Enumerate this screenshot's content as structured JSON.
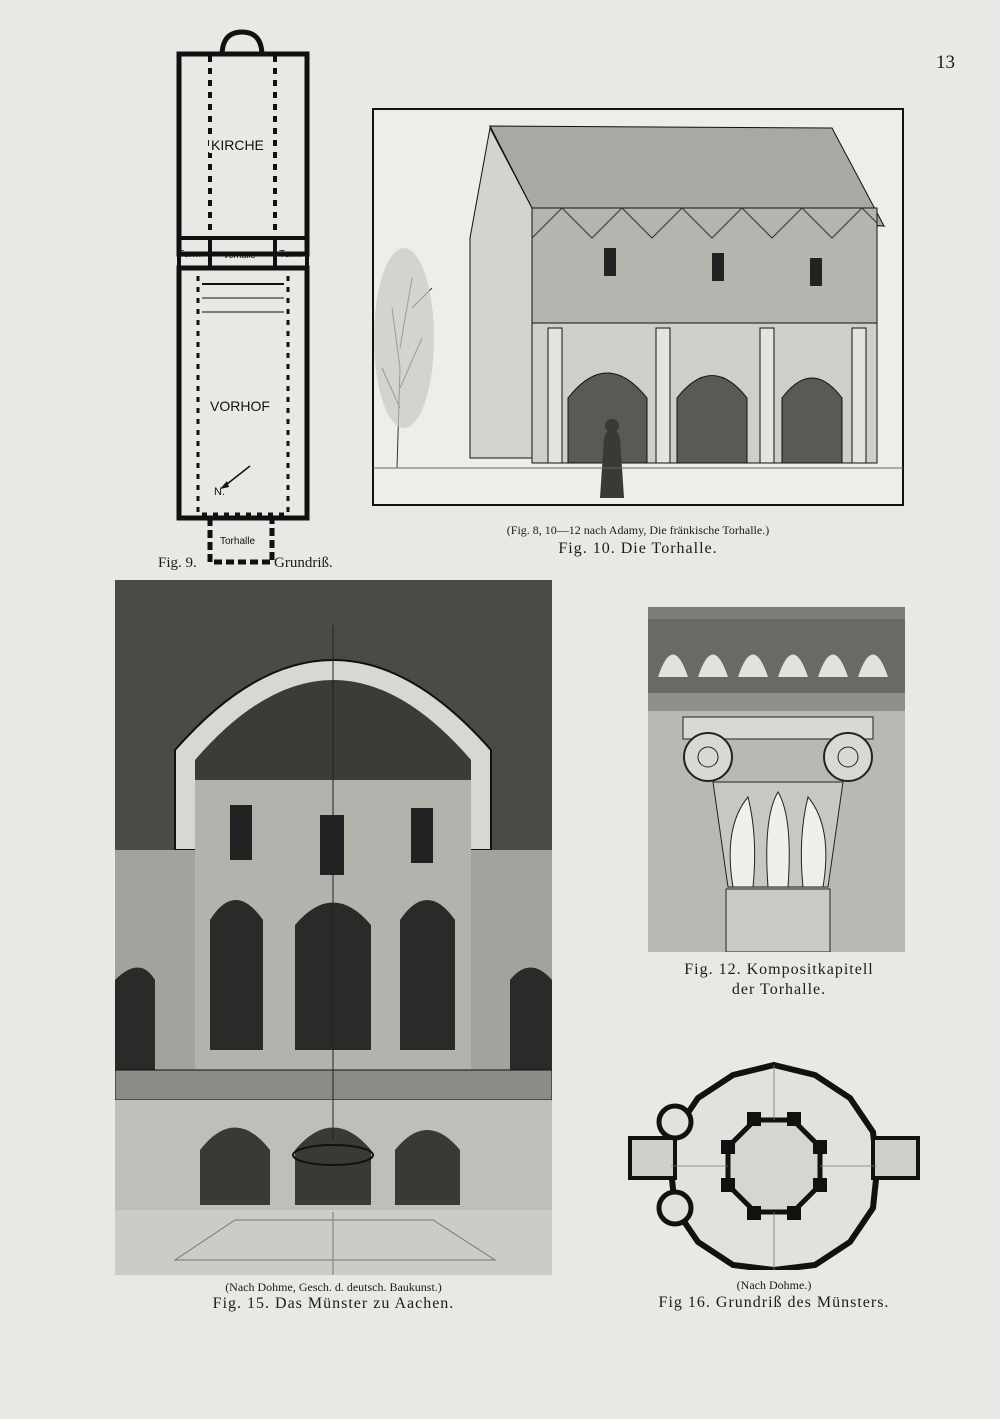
{
  "page_number": "13",
  "fig9": {
    "labels": {
      "kirche": "KIRCHE",
      "turm_left": "Turm",
      "vorhalle": "Vorhalle",
      "turm_right": "Turm",
      "vorhof": "VORHOF",
      "north": "N.",
      "torhalle": "Torhalle"
    },
    "caption_fig": "Fig. 9.",
    "caption_text": "Grundriß."
  },
  "fig10": {
    "source": "(Fig. 8, 10—12 nach Adamy, Die fränkische Torhalle.)",
    "caption": "Fig. 10.  Die Torhalle."
  },
  "fig15": {
    "source": "(Nach Dohme, Gesch. d. deutsch. Baukunst.)",
    "caption": "Fig. 15.  Das Münster zu Aachen."
  },
  "fig12": {
    "caption_line1": "Fig. 12.  Kompositkapitell",
    "caption_line2": "der Torhalle."
  },
  "fig16": {
    "source": "(Nach Dohme.)",
    "caption": "Fig 16.  Grundriß des Münsters."
  }
}
